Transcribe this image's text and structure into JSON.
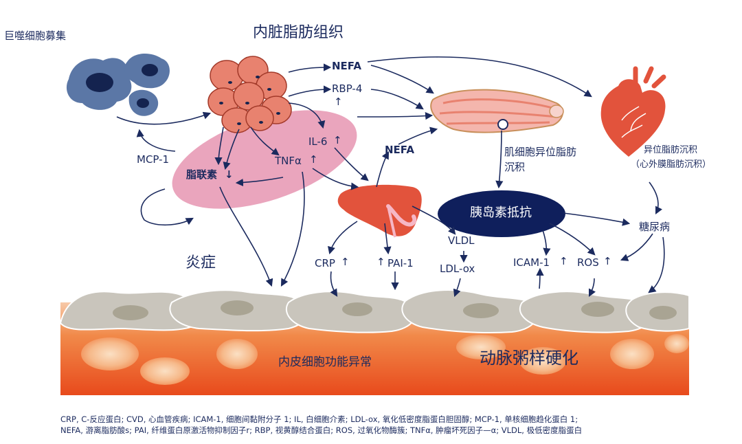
{
  "labels": {
    "macrophage": "巨噬细胞募集",
    "visceral_fat": "内脏脂肪组织",
    "nefa_top": "NEFA",
    "rbp4": "RBP-4",
    "mcp1": "MCP-1",
    "il6": "IL-6",
    "tnfa": "TNFα",
    "adiponectin": "脂联素",
    "nefa_mid": "NEFA",
    "muscle_fat": "肌细胞异位脂肪\n沉积",
    "ectopic_fat_line1": "异位脂肪沉积",
    "ectopic_fat_line2": "（心外膜脂肪沉积）",
    "insulin_resistance": "胰岛素抵抗",
    "diabetes": "糖尿病",
    "inflammation": "炎症",
    "crp": "CRP",
    "pai1": "PAI-1",
    "vldl": "VLDL",
    "ldl_ox": "LDL-ox",
    "icam1": "ICAM-1",
    "ros": "ROS",
    "endothelial": "内皮细胞功能异常",
    "atherosclerosis": "动脉粥样硬化"
  },
  "legend": {
    "line1": "CRP, C-反应蛋白; CVD, 心血管疾病; ICAM-1, 细胞间黏附分子 1; IL, 白细胞介素; LDL-ox, 氧化低密度脂蛋白胆固醇; MCP-1, 单核细胞趋化蛋白 1;",
    "line2": "NEFA, 游离脂肪酸s; PAI, 纤维蛋白原激活物抑制因子r; RBP, 视黄醇结合蛋白; ROS, 过氧化物酶簇; TNFα, 肿瘤坏死因子—α; VLDL, 极低密度脂蛋白"
  },
  "arrows": {
    "up": "↑",
    "down": "↓"
  },
  "colors": {
    "navy": "#1b2a5e",
    "pink_ellipse": "#eaa5bd",
    "fat_cell": "#e8826f",
    "liver": "#e2533c",
    "heart": "#e2533c",
    "macrophage": "#5b77a6",
    "endothelial_cell": "#c9c5bc",
    "vessel_orange": "#ee6a2b",
    "insulin_box": "#0f1f5c"
  }
}
